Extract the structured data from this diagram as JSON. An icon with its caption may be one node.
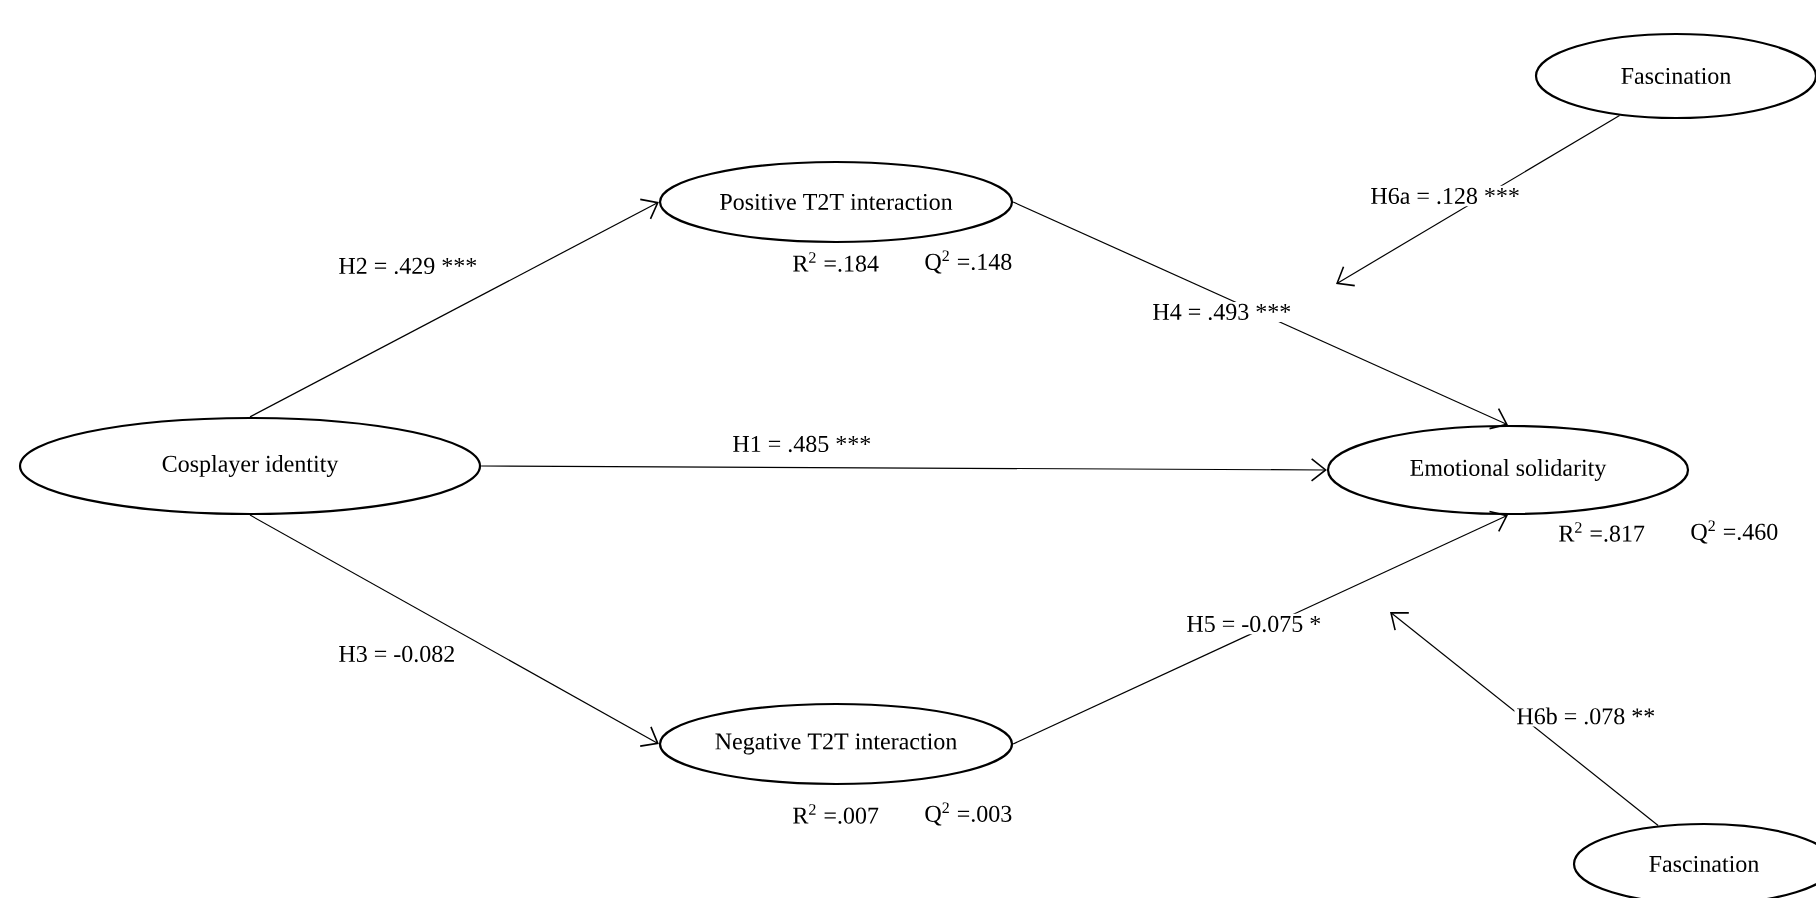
{
  "diagram": {
    "nodes": [
      {
        "text": [
          "Cosplayer identity"
        ]
      },
      {
        "text": [
          "Positive T2T interaction"
        ],
        "beside": [
          "R$^{2}$ =.184",
          "Q$^{2}$ =.148"
        ]
      },
      {
        "text": [
          "Negative T2T interaction"
        ],
        "beside": [
          "R$^{2}$ =.007",
          "Q$^{2}$ =.003"
        ]
      },
      {
        "text": [
          "Emotional solidarity"
        ],
        "beside": [
          "R$^{2}$ =.817",
          "Q$^{2}$ =.460"
        ]
      },
      {
        "text": [
          "Fascination"
        ]
      },
      {
        "text": [
          "Fascination"
        ]
      }
    ],
    "edges": [
      {
        "from": 0,
        "to": 1,
        "arrow": "to",
        "label": "H2 = .429 ***"
      },
      {
        "from": 0,
        "to": 3,
        "arrow": "to",
        "label": "H1 = .485 ***"
      },
      {
        "from": 0,
        "to": 2,
        "arrow": "to",
        "label": "H3 = -0.082"
      },
      {
        "from": 1,
        "to": 3,
        "arrow": "to",
        "label": "H4 = .493 ***"
      },
      {
        "from": 2,
        "to": 3,
        "arrow": "to",
        "label": "H5 = -0.075 *"
      },
      {
        "from": 4,
        "to": null,
        "arrow": "to",
        "label": "H6a = .128 ***"
      },
      {
        "from": 5,
        "to": null,
        "arrow": "to",
        "label": "H6b = .078 **"
      }
    ]
  }
}
